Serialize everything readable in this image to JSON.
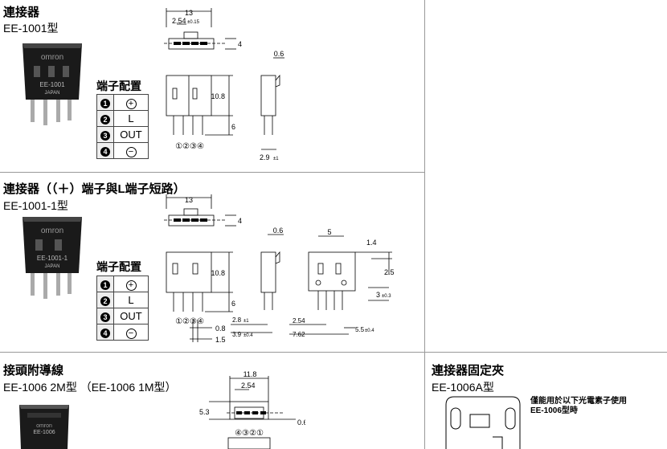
{
  "sections": {
    "s1": {
      "title": "連接器",
      "model": "EE-1001型",
      "pin_caption": "端子配置",
      "pins": [
        {
          "no": "1",
          "fn": "⊕"
        },
        {
          "no": "2",
          "fn": "L"
        },
        {
          "no": "3",
          "fn": "OUT"
        },
        {
          "no": "4",
          "fn": "⊖"
        }
      ],
      "connector_brand": "omron",
      "connector_text": "EE-1001",
      "connector_origin": "JAPAN"
    },
    "s2": {
      "title": "連接器（（＋）端子與L端子短路）",
      "model": "EE-1001-1型",
      "pin_caption": "端子配置",
      "pins": [
        {
          "no": "1",
          "fn": "⊕"
        },
        {
          "no": "2",
          "fn": "L"
        },
        {
          "no": "3",
          "fn": "OUT"
        },
        {
          "no": "4",
          "fn": "⊖"
        }
      ],
      "connector_brand": "omron",
      "connector_text": "EE-1001-1",
      "connector_origin": "JAPAN"
    },
    "s3": {
      "title": "接頭附導線",
      "model": "EE-1006 2M型 （EE-1006 1M型）",
      "connector_brand": "omron",
      "connector_text": "EE-1006"
    },
    "s4": {
      "title": "連接器固定夾",
      "model": "EE-1006A型",
      "note_line1": "僅能用於以下光電素子使用",
      "note_line2": "EE-1006型時"
    }
  },
  "dims": {
    "d13": "13",
    "d254_015": "2.54",
    "tol_015": "±0.15",
    "d4": "4",
    "d06": "0.6",
    "d108": "10.8",
    "d6": "6",
    "d29": "2.9",
    "tol_1": "±1",
    "pin_nums": "①②③④",
    "d5": "5",
    "d14": "1.4",
    "d25": "2.5",
    "d3": "3",
    "tol_03": "±0.3",
    "d28": "2.8",
    "d39": "3.9",
    "tol_04": "±0.4",
    "d254": "2.54",
    "d762": "7.62",
    "d55": "5.5",
    "d08": "0.8",
    "d15": "1.5",
    "d118": "11.8",
    "d53": "5.3",
    "pin_nums_rev": "④③②①"
  },
  "colors": {
    "divider": "#999999",
    "connector_body": "#1a1a1a",
    "pin_cell": "#eeeeee"
  }
}
